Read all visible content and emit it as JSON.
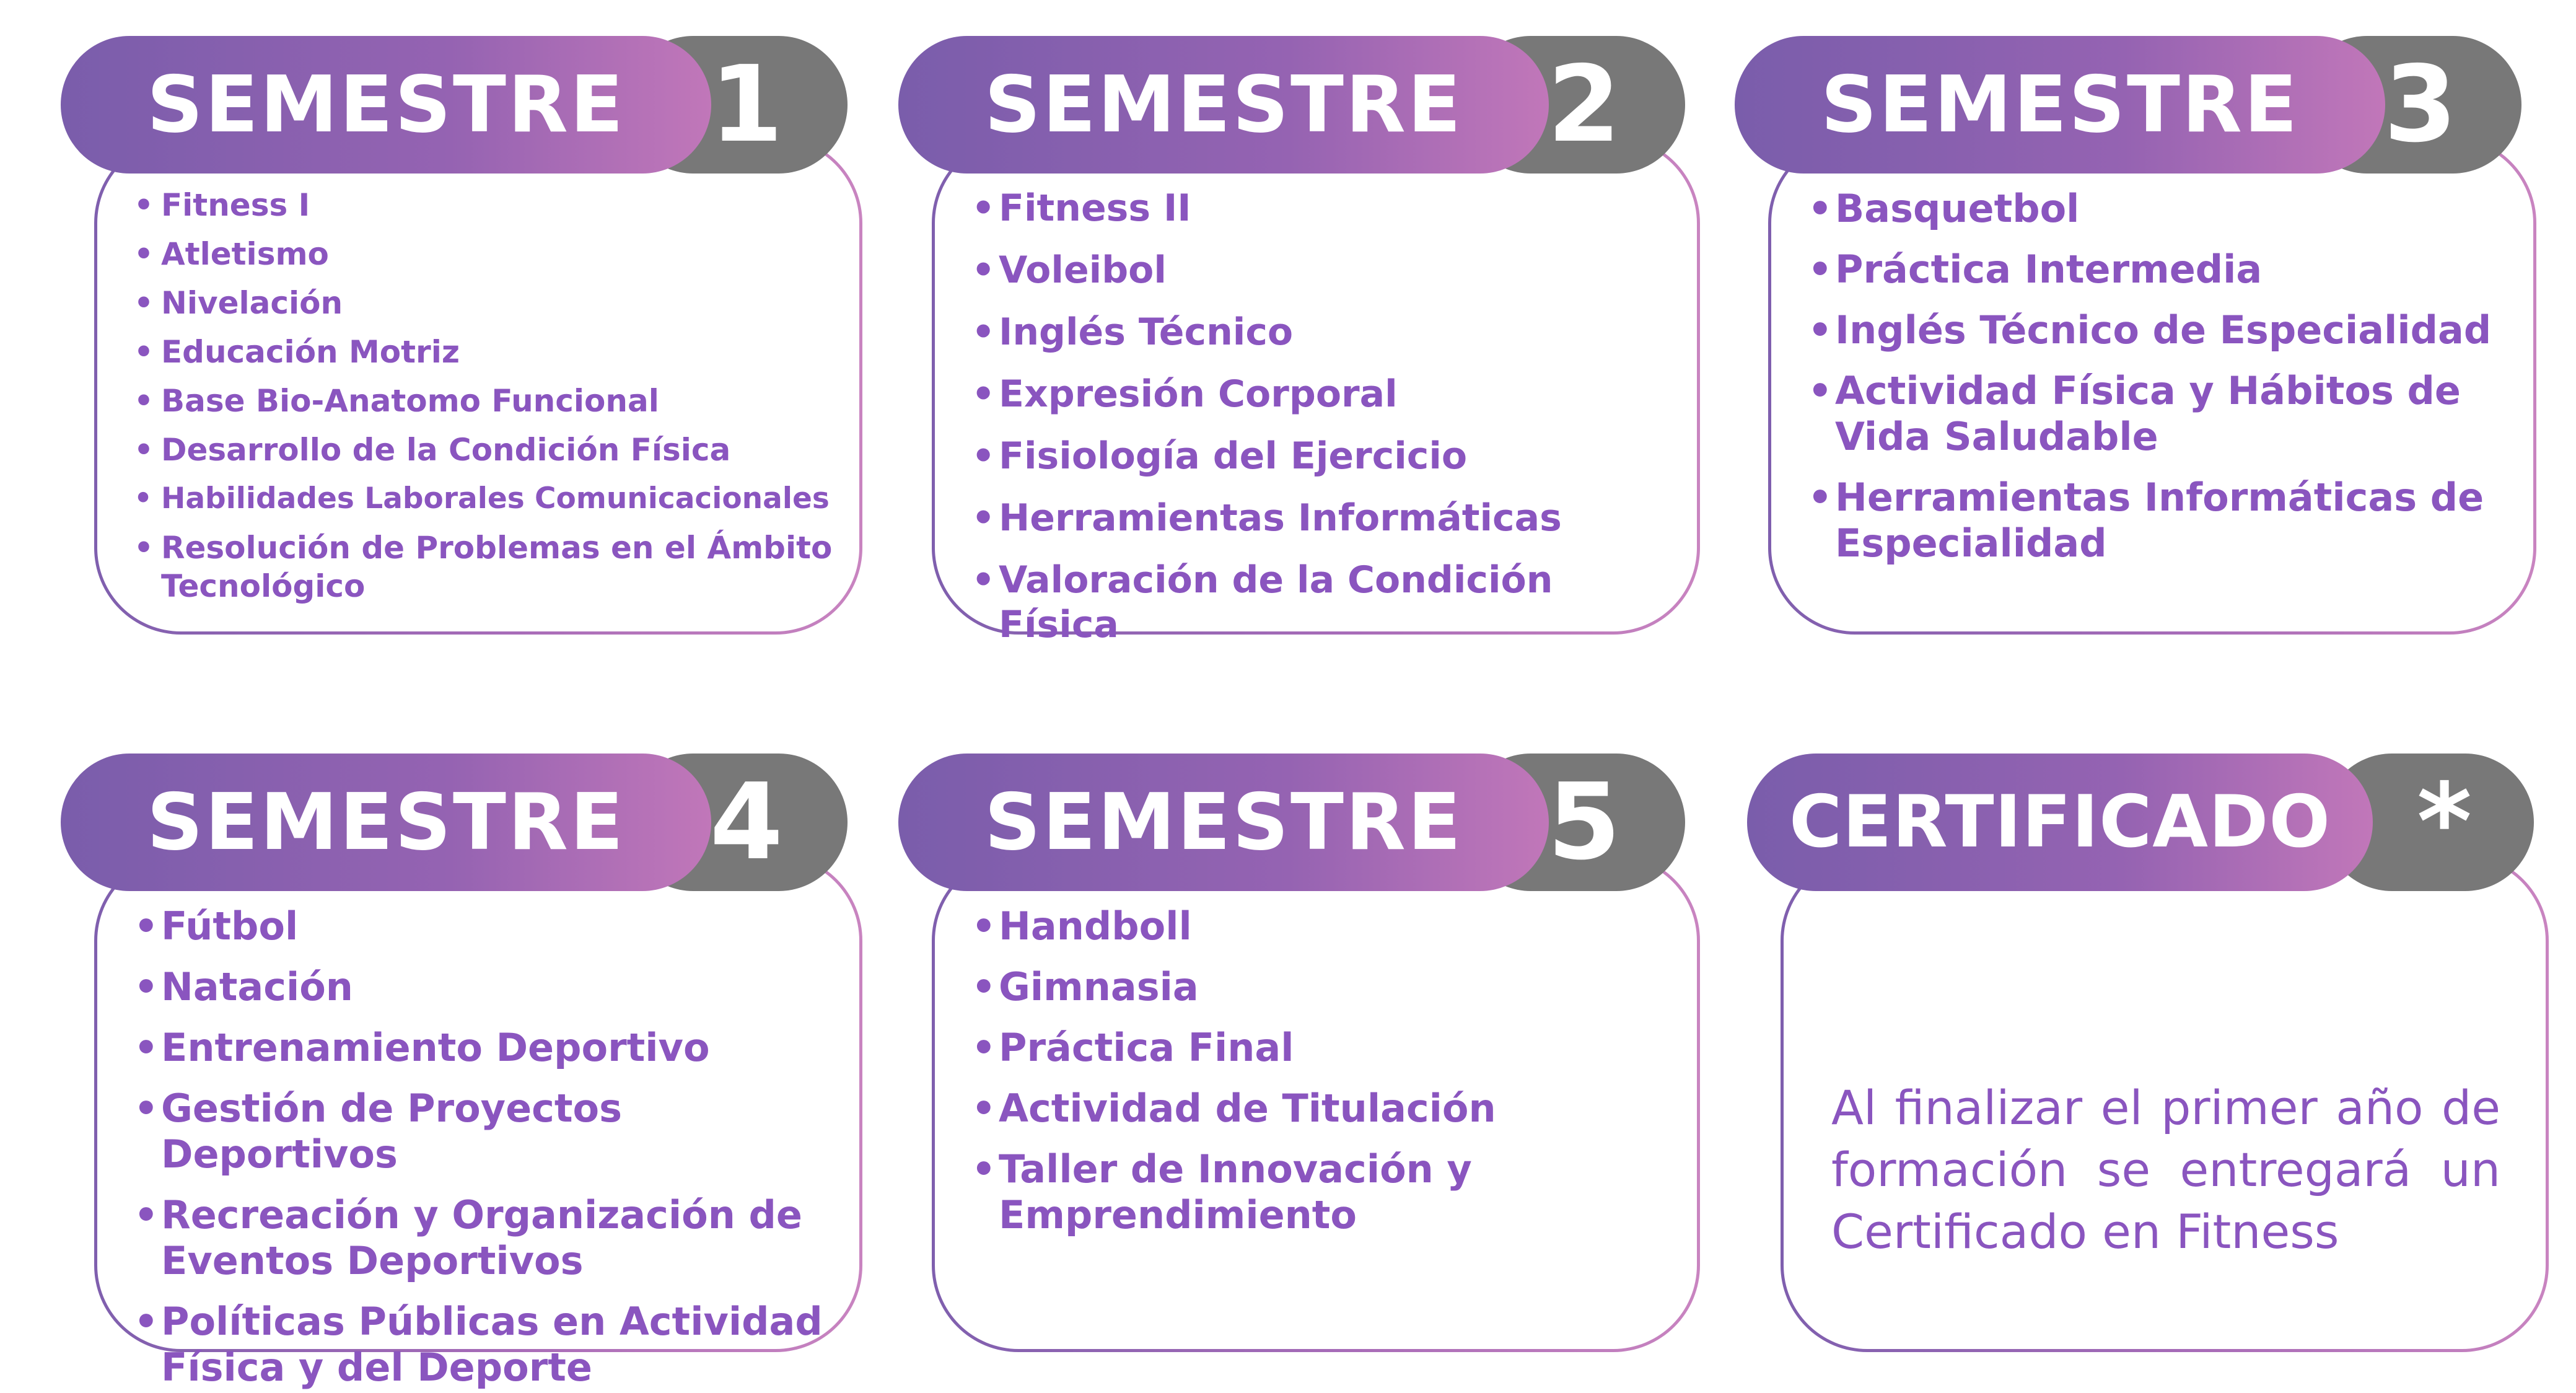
{
  "cards": [
    {
      "title": "SEMESTRE",
      "number": "1",
      "items": [
        "Fitness I",
        "Atletismo",
        "Nivelación",
        "Educación Motriz",
        "Base Bio-Anatomo Funcional",
        "Desarrollo de la Condición Física",
        "Habilidades Laborales Comunicacionales",
        "Resolución de Problemas en el Ámbito Tecnológico"
      ]
    },
    {
      "title": "SEMESTRE",
      "number": "2",
      "items": [
        "Fitness II",
        "Voleibol",
        "Inglés Técnico",
        "Expresión Corporal",
        "Fisiología del Ejercicio",
        "Herramientas Informáticas",
        "Valoración de la Condición Física"
      ]
    },
    {
      "title": "SEMESTRE",
      "number": "3",
      "items": [
        "Basquetbol",
        "Práctica Intermedia",
        "Inglés Técnico de Especialidad",
        "Actividad Física y Hábitos de Vida Saludable",
        "Herramientas Informáticas de Especialidad"
      ]
    },
    {
      "title": "SEMESTRE",
      "number": "4",
      "items": [
        "Fútbol",
        "Natación",
        "Entrenamiento Deportivo",
        "Gestión de Proyectos Deportivos",
        "Recreación y Organización de Eventos Deportivos",
        "Políticas Públicas en Actividad Física y del Deporte"
      ]
    },
    {
      "title": "SEMESTRE",
      "number": "5",
      "items": [
        "Handboll",
        "Gimnasia",
        "Práctica Final",
        "Actividad de Titulación",
        "Taller de Innovación y Emprendimiento"
      ]
    },
    {
      "title": "CERTIFICADO",
      "number": "*",
      "text": "Al finalizar el primer año de formación se entregará un Certificado en Fitness"
    }
  ],
  "colors": {
    "title_gradient_start": "#7a5dab",
    "title_gradient_end": "#c177b9",
    "number_tab": "#787878",
    "text": "#8a55bf"
  }
}
